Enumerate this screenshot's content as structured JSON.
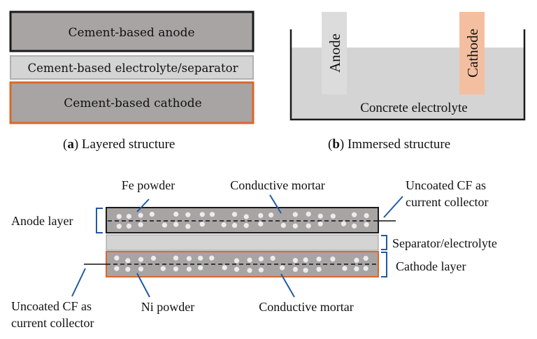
{
  "panel_a": {
    "anode_label": "Cement-based anode",
    "electrolyte_label": "Cement-based electrolyte/separator",
    "cathode_label": "Cement-based cathode",
    "caption_letter": "a",
    "caption_text": "Layered structure"
  },
  "panel_b": {
    "anode_label": "Anode",
    "cathode_label": "Cathode",
    "electrolyte_label": "Concrete electrolyte",
    "caption_letter": "b",
    "caption_text": "Immersed structure"
  },
  "panel_c": {
    "fe_powder": "Fe powder",
    "conductive_mortar_top": "Conductive mortar",
    "uncoated_cf_top_line1": "Uncoated CF as",
    "uncoated_cf_top_line2": "current collector",
    "anode_layer": "Anode layer",
    "separator": "Separator/electrolyte",
    "cathode_layer": "Cathode layer",
    "uncoated_cf_bottom_line1": "Uncoated CF as",
    "uncoated_cf_bottom_line2": "current collector",
    "ni_powder": "Ni powder",
    "conductive_mortar_bottom": "Conductive mortar"
  },
  "colors": {
    "layer_gray": "#a8a4a4",
    "separator_gray": "#d4d4d4",
    "black_border": "#1a1a1a",
    "orange_border": "#d9682a",
    "anode_bar": "#dcdcdc",
    "cathode_bar": "#f4bfa0",
    "leader_blue": "#1f5aa6",
    "particle": "#ececec"
  }
}
